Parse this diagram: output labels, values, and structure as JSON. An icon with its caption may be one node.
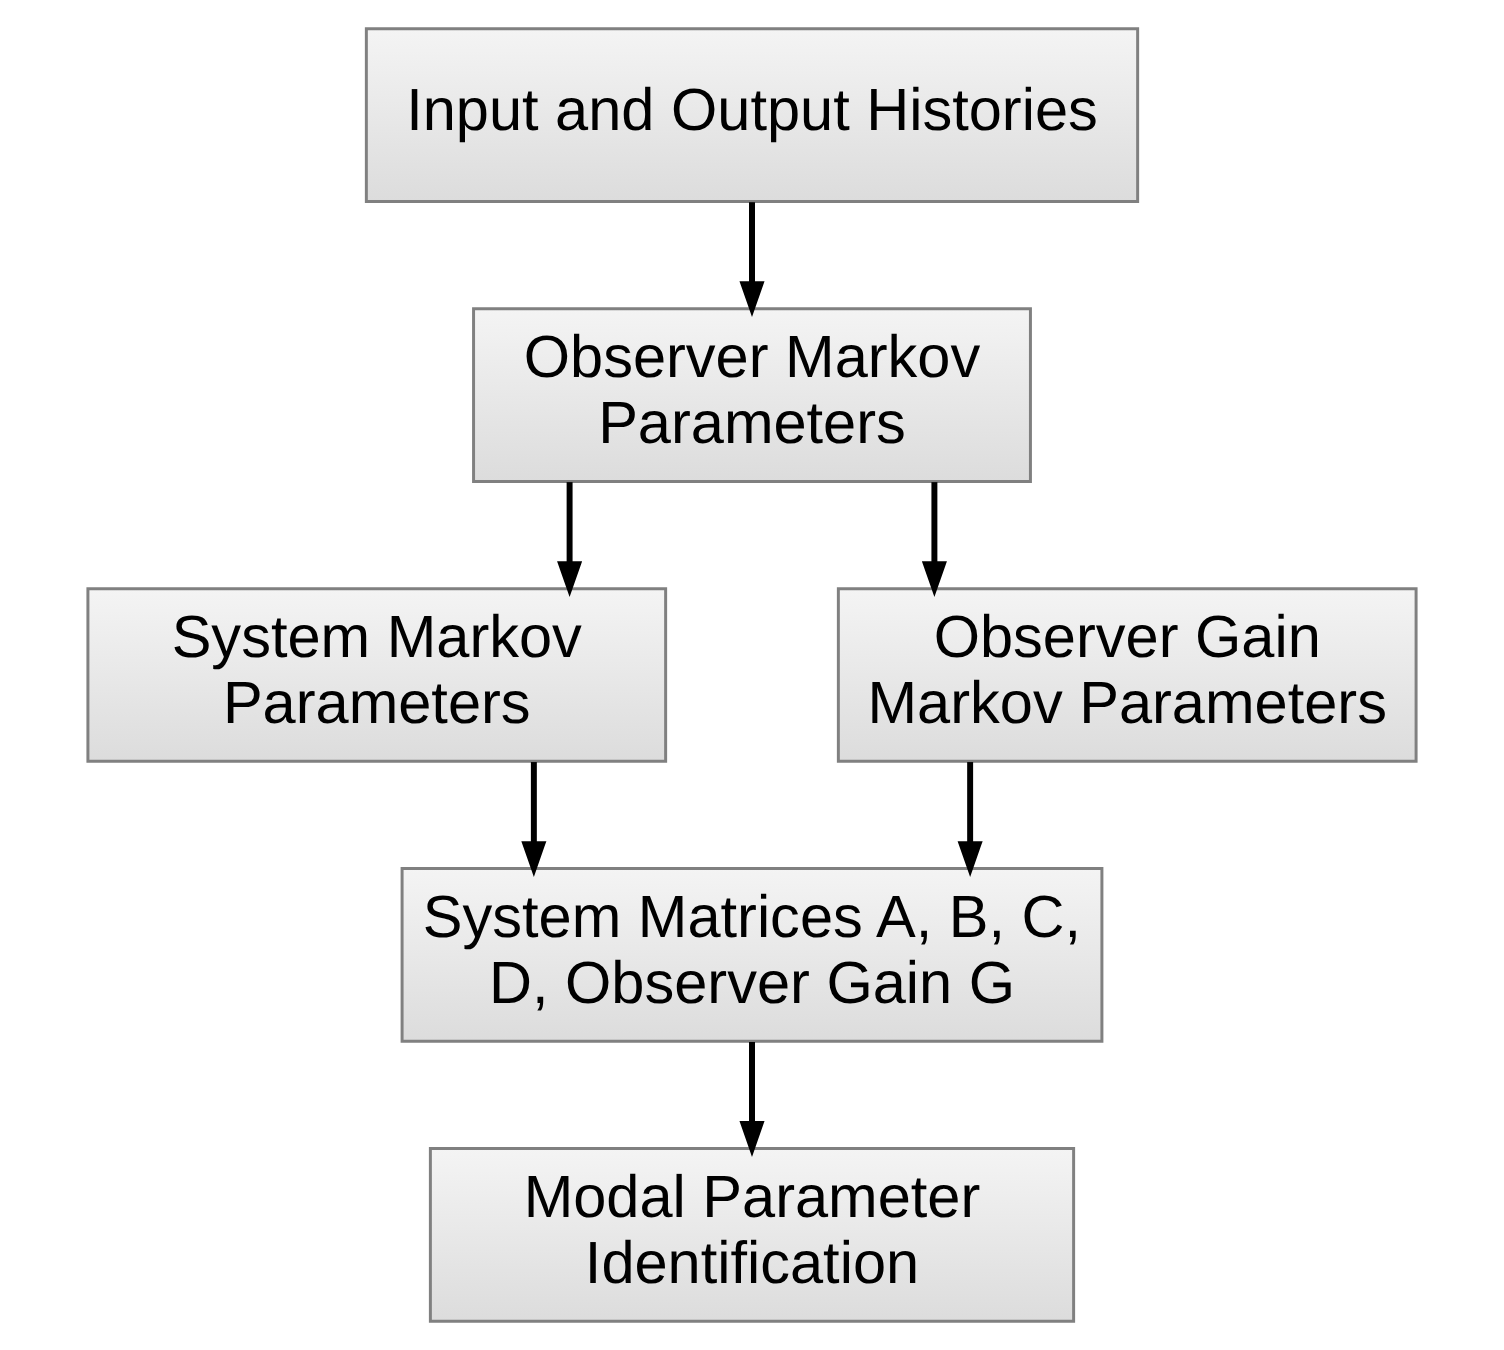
{
  "diagram": {
    "nodes": [
      {
        "text": [
          "Input and Output Histories"
        ]
      },
      {
        "text": [
          "Observer Markov Parameters"
        ]
      },
      {
        "text": [
          "System Markov Parameters"
        ]
      },
      {
        "text": [
          "Observer Gain Markov Parameters"
        ]
      },
      {
        "text": [
          "System Matrices A, B, C, D, Observer Gain G"
        ]
      },
      {
        "text": [
          "Modal Parameter Identification"
        ]
      }
    ],
    "edges": [
      {
        "from": 0,
        "to": 1,
        "arrow": "to"
      },
      {
        "from": 1,
        "to": 2,
        "arrow": "to"
      },
      {
        "from": 1,
        "to": 3,
        "arrow": "to"
      },
      {
        "from": 2,
        "to": 4,
        "arrow": "to"
      },
      {
        "from": 3,
        "to": 4,
        "arrow": "to"
      },
      {
        "from": 4,
        "to": 5,
        "arrow": "to"
      }
    ]
  }
}
